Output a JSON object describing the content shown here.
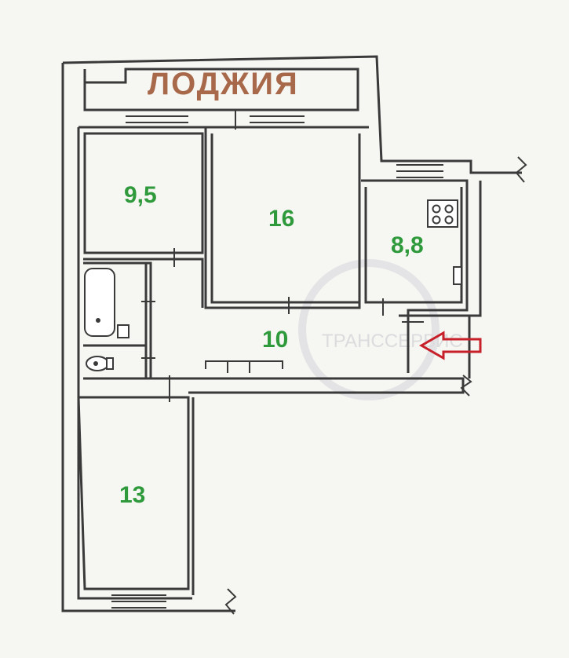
{
  "loggia": {
    "label": "ЛОДЖИЯ"
  },
  "rooms": [
    {
      "id": "bedroom-small",
      "label": "9,5"
    },
    {
      "id": "living-room",
      "label": "16"
    },
    {
      "id": "kitchen",
      "label": "8,8"
    },
    {
      "id": "hall",
      "label": "10"
    },
    {
      "id": "bedroom-large",
      "label": "13"
    }
  ],
  "watermark": {
    "text": "ТРАНССЕРВИС"
  },
  "colors": {
    "wall": "#3a3a3a",
    "room_label": "#2f9a3c",
    "loggia_label": "#a8694a",
    "entrance_arrow": "#c8202a",
    "watermark": "#c7c7cf"
  },
  "icons": [
    "stove-icon",
    "bathtub-icon",
    "toilet-icon",
    "sink-icon",
    "entrance-arrow-icon"
  ]
}
